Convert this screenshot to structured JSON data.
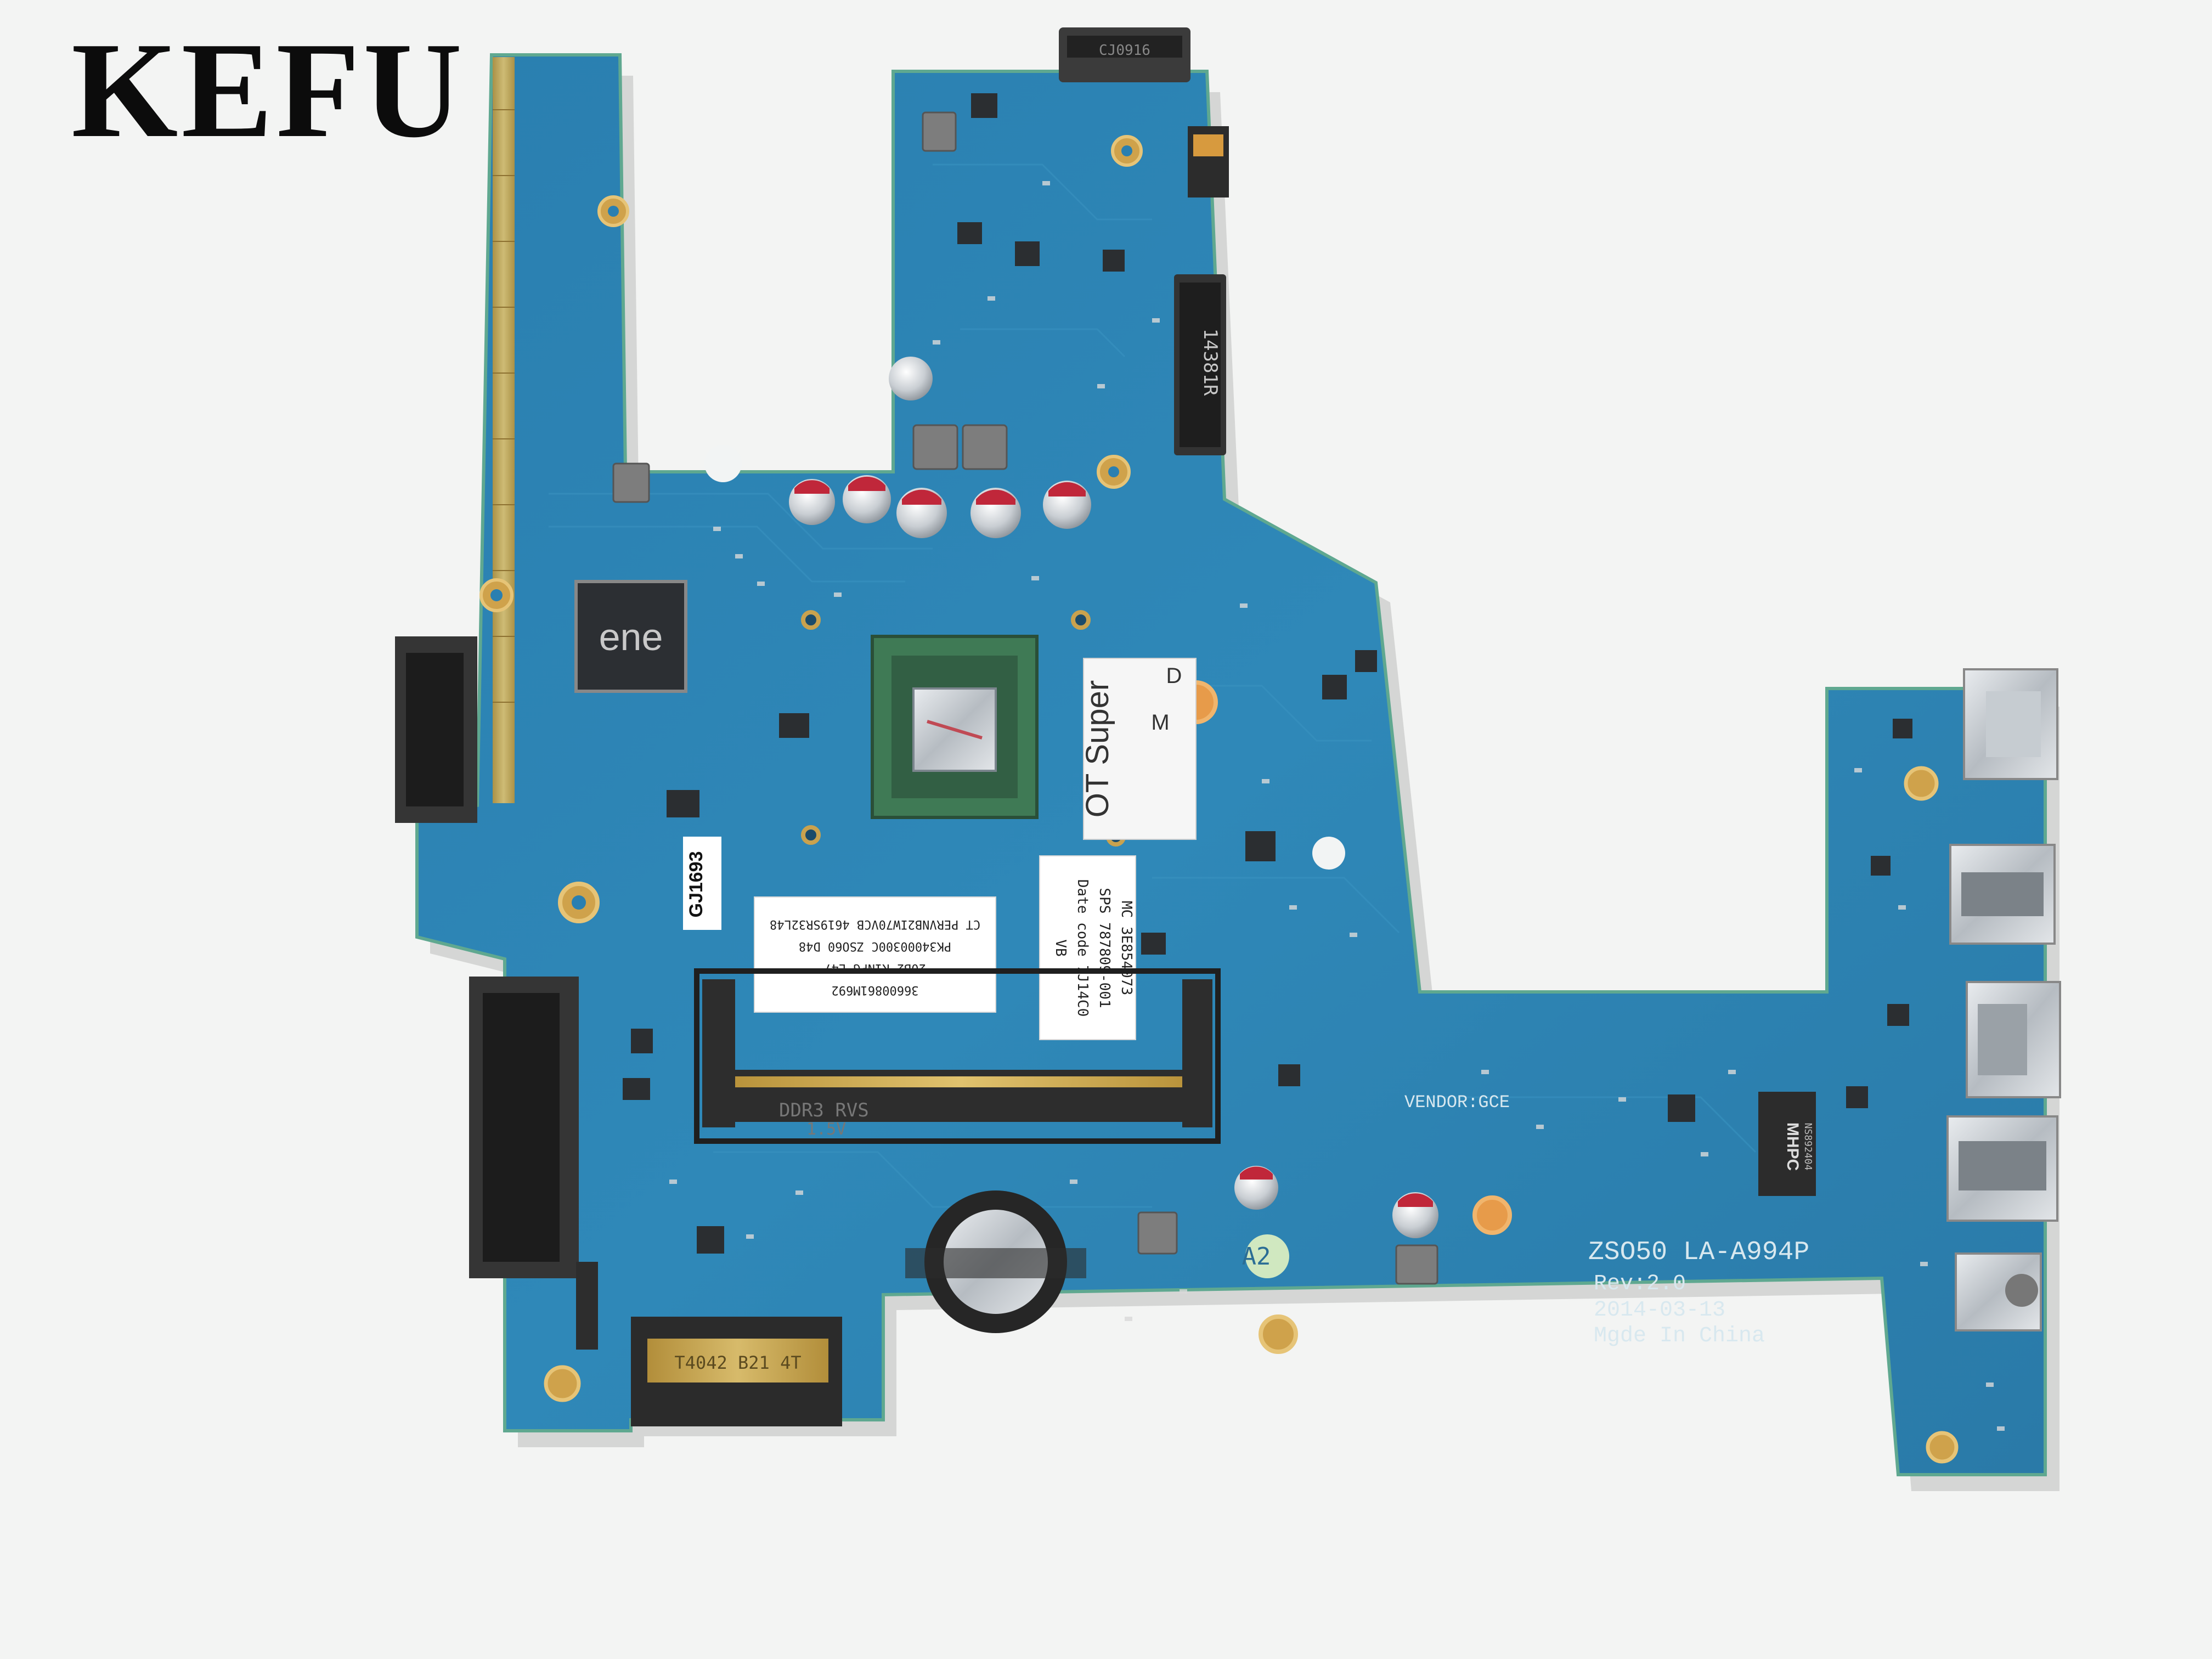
{
  "watermark": "KEFU",
  "colors": {
    "pcb": "#2f86b5",
    "pcb_dark": "#22699a",
    "pcb_edge": "#4d9a8a",
    "gold": "#c9ad55",
    "background": "#f3f4f3"
  },
  "board": {
    "silkscreen": {
      "model": "ZSO50  LA-A994P",
      "revision": "Rev:2.0",
      "date": "2014-03-13",
      "origin": "Mgde In China",
      "vendor": "VENDOR:GCE",
      "dimm_slot": "DDR3 RVS",
      "dimm_voltage": "1.5V",
      "cap_code": "A2"
    },
    "labels": {
      "sticker_main": [
        "CT PERVNB2IW70VCB    4619SR32L48",
        "PK34000300C   ZSO60 D48",
        "20B2 K1NPG E47",
        "36600861M692"
      ],
      "sticker_spare": [
        "MC 3E854073",
        "SPS 787809-001",
        "Date code 7J14C0",
        "VB"
      ],
      "vertical_tag": "GJ1693",
      "sticker_super": "OT Super",
      "sticker_letters": [
        "M",
        "D"
      ],
      "ec_chip": "ene",
      "lan_chip": "MHPC",
      "lan_chip_sub": "NS892404",
      "hdd_connector": "14381R",
      "sd_reader": "T4042 B21 4T"
    }
  }
}
